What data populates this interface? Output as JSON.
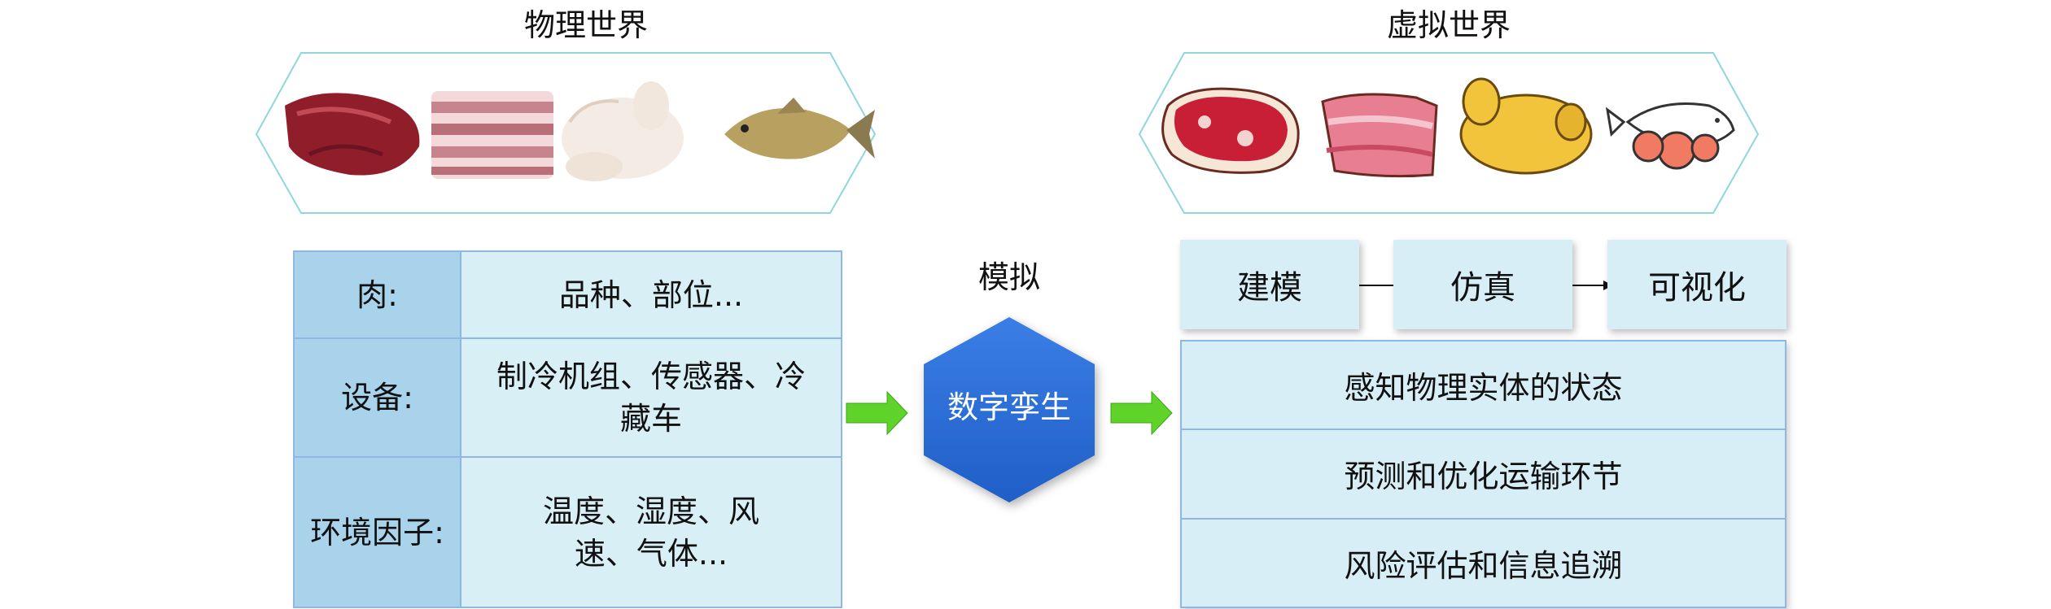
{
  "physical": {
    "title": "物理世界",
    "images": [
      "red-meat-image",
      "pork-belly-image",
      "raw-chicken-image",
      "fish-image"
    ],
    "table": [
      {
        "head": "肉:",
        "value": "品种、部位..."
      },
      {
        "head": "设备:",
        "value": "制冷机组、传感器、冷藏车"
      },
      {
        "head": "环境因子:",
        "value": "温度、湿度、风速、气体..."
      }
    ]
  },
  "center": {
    "label": "模拟",
    "hex_text": "数字孪生",
    "hex_color": "#2f6fd6"
  },
  "virtual": {
    "title": "虚拟世界",
    "images": [
      "steak-icon",
      "bacon-icon",
      "roast-chicken-icon",
      "fish-steak-icon"
    ],
    "steps": [
      "建模",
      "仿真",
      "可视化"
    ],
    "functions": [
      "感知物理实体的状态",
      "预测和优化运输环节",
      "风险评估和信息追溯"
    ]
  },
  "colors": {
    "table_border": "#8fb7e3",
    "cell_head": "#a9d3ea",
    "cell_value": "#d9eff6",
    "arrow_green": "#5fd32a",
    "hex_frame": "#8fd6de"
  }
}
